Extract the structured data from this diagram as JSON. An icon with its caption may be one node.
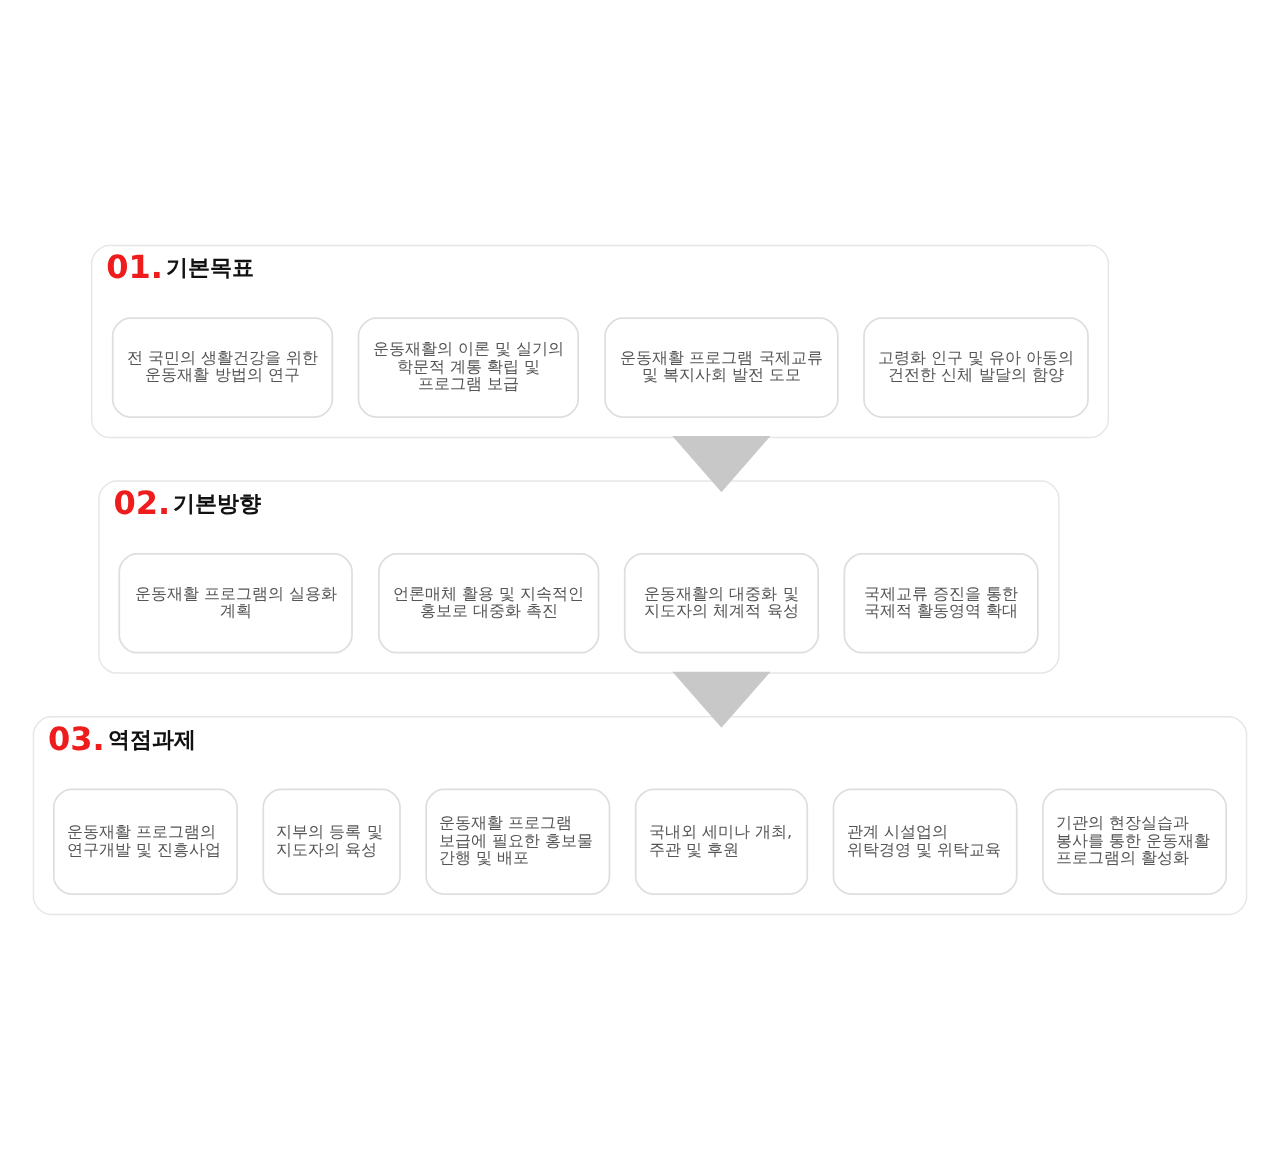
{
  "diagram": {
    "nodes": [
      {
        "text": [
          "01.",
          "기본목표"
        ]
      },
      {
        "text": [
          "전 국민의 생활건강을 위한 운동재활 방법의 연구"
        ],
        "in": 0
      },
      {
        "text": [
          "운동재활의 이론 및 실기의 학문적 계통 확립 및 프로그램 보급"
        ],
        "in": 0
      },
      {
        "text": [
          "운동재활 프로그램 국제교류 및 복지사회 발전 도모"
        ],
        "in": 0
      },
      {
        "text": [
          "고령화 인구 및 유아 아동의 건전한 신체 발달의 함양"
        ],
        "in": 0
      },
      {
        "text": [
          "02.",
          "기본방향"
        ]
      },
      {
        "text": [
          "운동재활 프로그램의 실용화 계획"
        ],
        "in": 5
      },
      {
        "text": [
          "언론매체 활용 및 지속적인 홍보로 대중화 촉진"
        ],
        "in": 5
      },
      {
        "text": [
          "운동재활의 대중화 및 지도자의 체계적 육성"
        ],
        "in": 5
      },
      {
        "text": [
          "국제교류 증진을 통한 국제적 활동영역 확대"
        ],
        "in": 5
      },
      {
        "text": [
          "03.",
          "역점과제"
        ]
      },
      {
        "text": [
          "운동재활 프로그램의 연구개발 및 진흥사업"
        ],
        "in": 10
      },
      {
        "text": [
          "지부의 등록 및 지도자의 육성"
        ],
        "in": 10
      },
      {
        "text": [
          "운동재활 프로그램 보급에 필요한 홍보물 간행 및 배포"
        ],
        "in": 10
      },
      {
        "text": [
          "국내외 세미나 개최, 주관 및 후원"
        ],
        "in": 10
      },
      {
        "text": [
          "관계 시설업의 위탁경영 및 위탁교육"
        ],
        "in": 10
      },
      {
        "text": [
          "기관의 현장실습과 봉사를 통한 운동재활 프로그램의 활성화"
        ],
        "in": 10
      }
    ],
    "edges": [
      {
        "from": 0,
        "to": 5,
        "arrow": "to"
      },
      {
        "from": 5,
        "to": 10,
        "arrow": "to"
      }
    ]
  }
}
